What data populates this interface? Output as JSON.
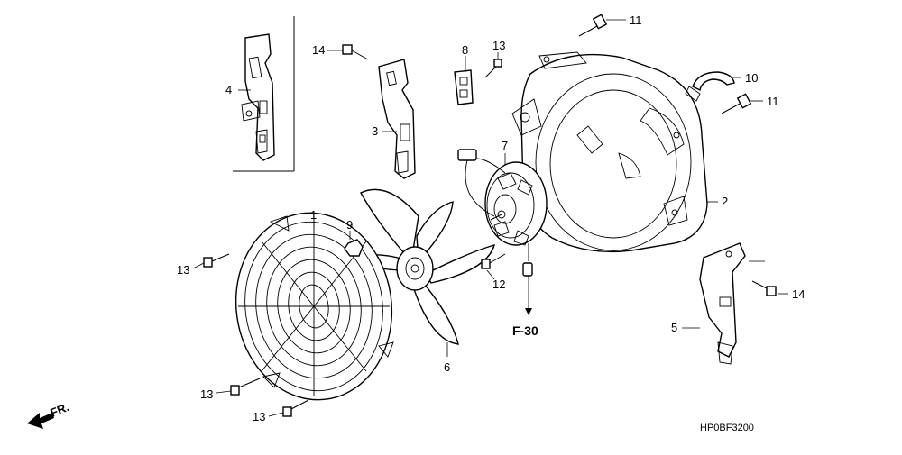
{
  "diagram": {
    "callouts": [
      "1",
      "2",
      "3",
      "4",
      "5",
      "6",
      "7",
      "8",
      "9",
      "10",
      "11",
      "11",
      "12",
      "13",
      "13",
      "13",
      "13",
      "14",
      "14"
    ],
    "reference": "F-30",
    "direction": "FR.",
    "drawing_code": "HP0BF3200"
  }
}
